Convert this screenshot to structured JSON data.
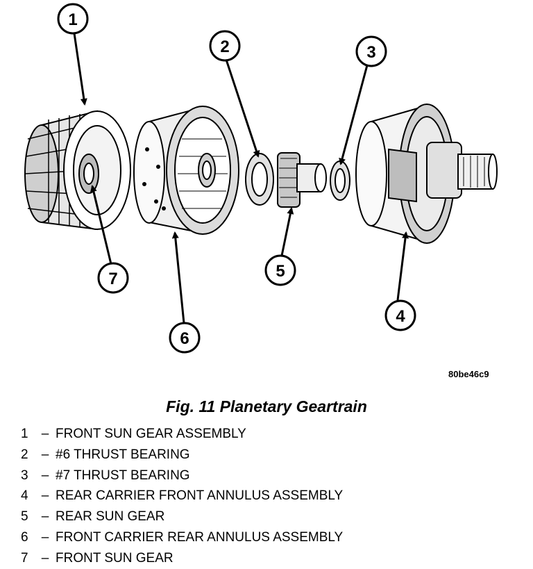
{
  "figure": {
    "id": "80be46c9",
    "caption": "Fig. 11 Planetary Geartrain"
  },
  "callouts": [
    {
      "number": "1"
    },
    {
      "number": "2"
    },
    {
      "number": "3"
    },
    {
      "number": "4"
    },
    {
      "number": "5"
    },
    {
      "number": "6"
    },
    {
      "number": "7"
    }
  ],
  "legend": [
    {
      "number": "1",
      "separator": "–",
      "label": "FRONT SUN GEAR ASSEMBLY"
    },
    {
      "number": "2",
      "separator": "–",
      "label": "#6 THRUST BEARING"
    },
    {
      "number": "3",
      "separator": "–",
      "label": "#7 THRUST BEARING"
    },
    {
      "number": "4",
      "separator": "–",
      "label": "REAR CARRIER FRONT ANNULUS ASSEMBLY"
    },
    {
      "number": "5",
      "separator": "–",
      "label": "REAR SUN GEAR"
    },
    {
      "number": "6",
      "separator": "–",
      "label": "FRONT CARRIER REAR ANNULUS ASSEMBLY"
    },
    {
      "number": "7",
      "separator": "–",
      "label": "FRONT SUN GEAR"
    }
  ]
}
